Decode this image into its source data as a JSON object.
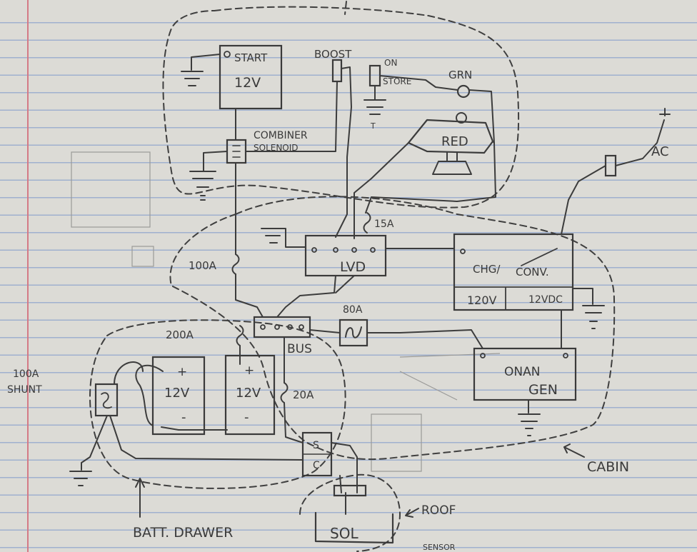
{
  "labels": {
    "start_battery": "START",
    "start_voltage": "12V",
    "combiner": "COMBINER",
    "combiner2": "SOLENOID",
    "boost": "BOOST",
    "switch_on": "ON",
    "switch_store": "STORE",
    "grn": "GRN",
    "red": "RED",
    "ac": "AC",
    "fuse_15a": "15A",
    "lvd": "LVD",
    "fuse_100a": "100A",
    "chg": "CHG/",
    "conv": "CONV.",
    "v120": "120V",
    "v12dc": "12VDC",
    "fuse_80a": "80A",
    "bus": "BUS",
    "fuse_200a": "200A",
    "shunt1": "100A",
    "shunt2": "SHUNT",
    "batt1": "12V",
    "batt2": "12V",
    "plus1": "+",
    "plus2": "+",
    "minus1": "-",
    "minus2": "-",
    "fuse_20a": "20A",
    "sc_s": "S",
    "sc_c": "C",
    "onan1": "ONAN",
    "onan2": "GEN",
    "cabin": "CABIN",
    "roof": "ROOF",
    "batt_drawer": "BATT. DRAWER",
    "sol": "SOL",
    "sensor": "SENSOR"
  },
  "colors": {
    "paper": "#dcdbd6",
    "rule_lines": "#9fb0cf",
    "margin_line": "#d47a86",
    "pencil": "#3a3a3a"
  }
}
